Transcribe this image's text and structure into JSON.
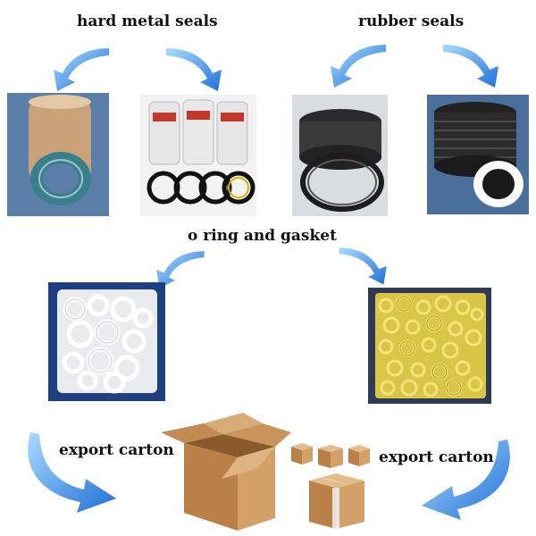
{
  "labels": {
    "hard_metal_seals": "hard metal seals",
    "rubber_seals": "rubber seals",
    "o_ring_and_gasket": "o ring and gasket",
    "export_carton_left": "export carton",
    "export_carton_right": "export carton"
  },
  "icons": {
    "arrow": "curved-arrow-icon",
    "box": "cardboard-box-icon"
  },
  "colors": {
    "arrow_light": "#8fd0ff",
    "arrow_dark": "#1f6fd6",
    "carton": "#c9955a",
    "photo_bg": "#4a6f9a",
    "yellow_rings": "#e8d24a"
  }
}
